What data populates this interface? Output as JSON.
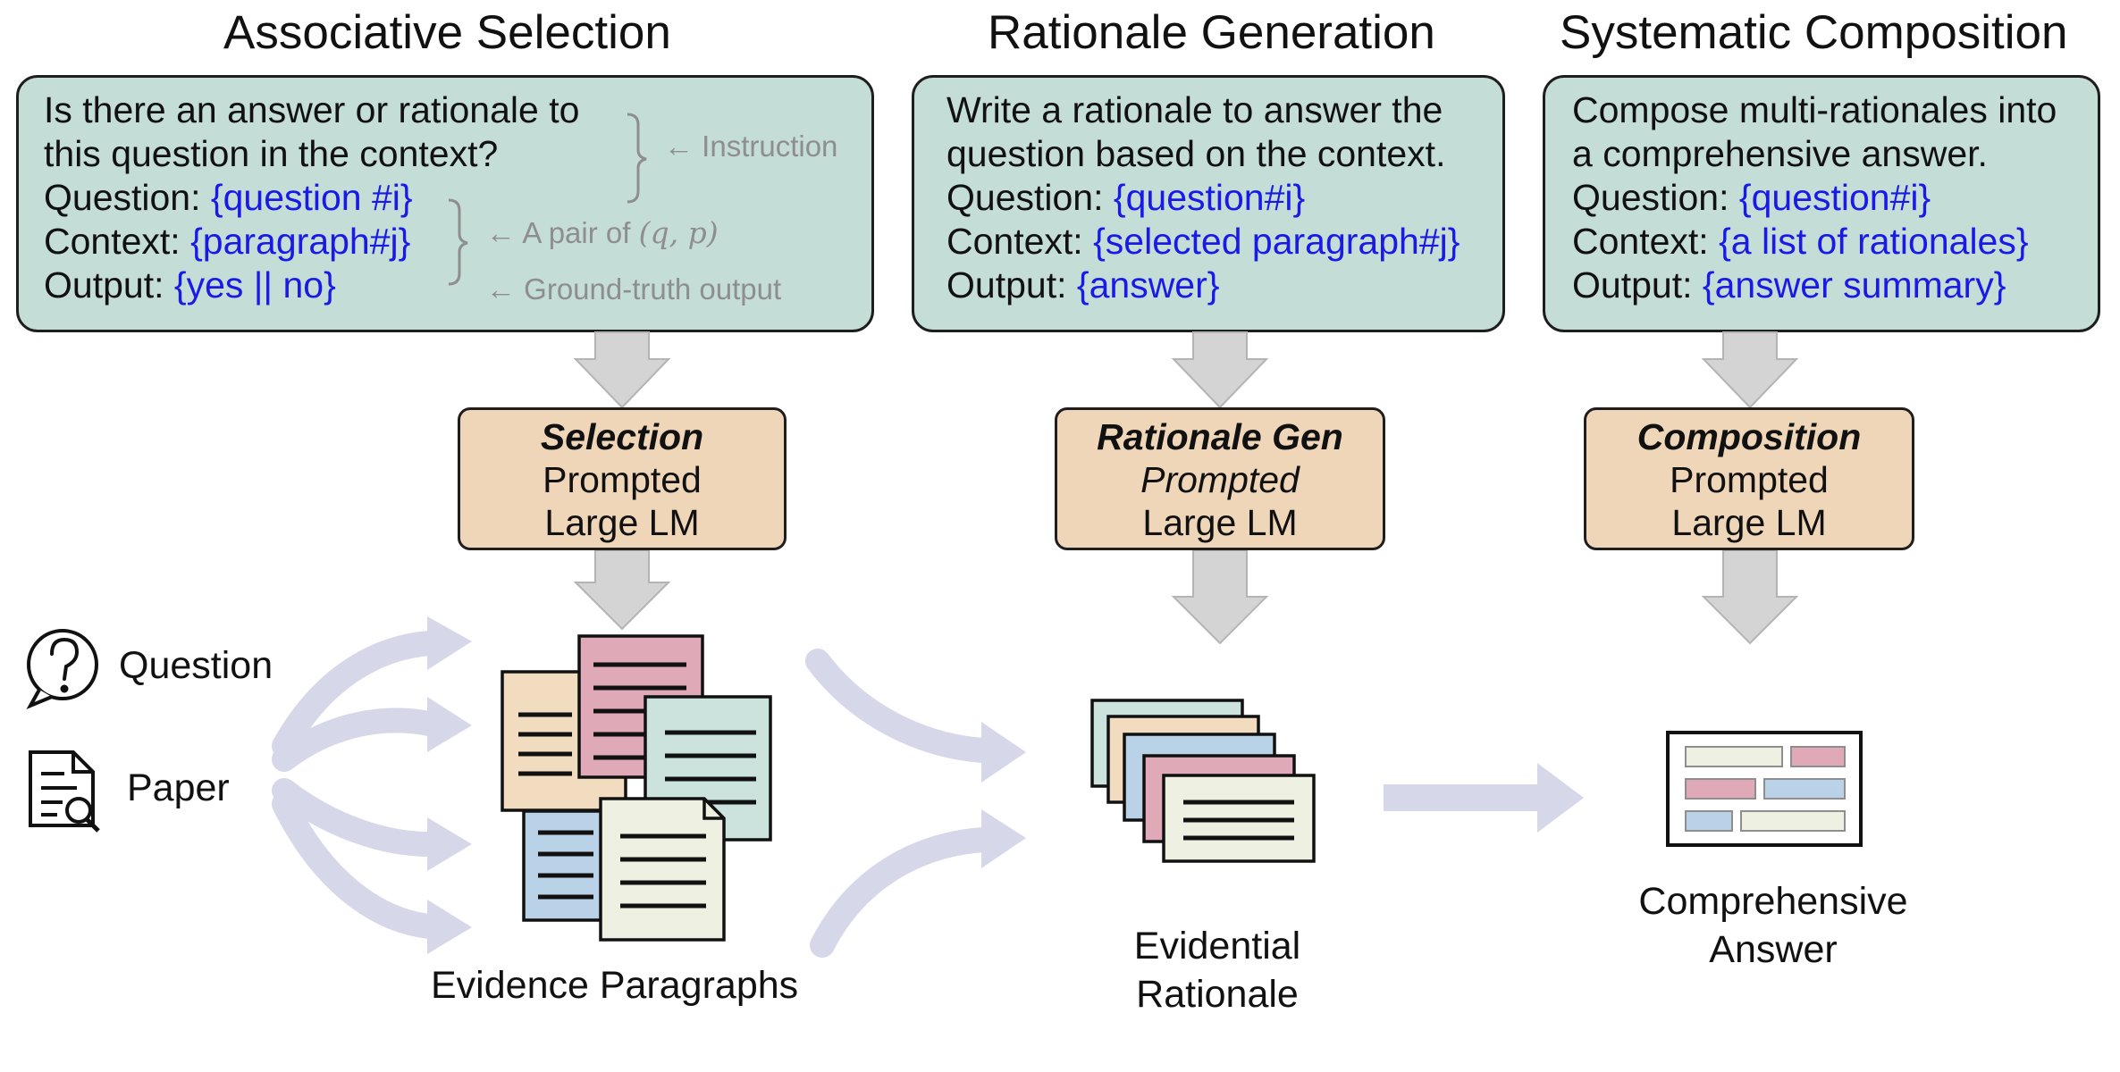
{
  "stages": [
    {
      "title": "Associative Selection"
    },
    {
      "title": "Rationale Generation"
    },
    {
      "title": "Systematic Composition"
    }
  ],
  "prompt_selection": {
    "line1": "Is there an answer or rationale to",
    "line2": "this question in the context?",
    "question_label": "Question:",
    "question_value": "{question #i}",
    "context_label": "Context:",
    "context_value": "{paragraph#j}",
    "output_label": "Output:",
    "output_value": "{yes || no}",
    "anno_instruction": "← Instruction",
    "anno_pair_prefix": "← A pair of",
    "anno_pair_math": "(q, p)",
    "anno_output": "← Ground-truth output"
  },
  "prompt_rationale": {
    "line1": "Write a rationale to answer the",
    "line2": "question based on the context.",
    "question_label": "Question:",
    "question_value": "{question#i}",
    "context_label": "Context:",
    "context_value": "{selected paragraph#j}",
    "output_label": "Output:",
    "output_value": "{answer}"
  },
  "prompt_composition": {
    "line1": "Compose multi-rationales into",
    "line2": "a comprehensive answer.",
    "question_label": "Question:",
    "question_value": "{question#i}",
    "context_label": "Context:",
    "context_value": "{a list of rationales}",
    "output_label": "Output:",
    "output_value": "{answer summary}"
  },
  "models": [
    {
      "name": "Selection",
      "line2": "Prompted",
      "line3": "Large LM"
    },
    {
      "name": "Rationale Gen",
      "line2": "Prompted",
      "line3": "Large LM"
    },
    {
      "name": "Composition",
      "line2": "Prompted",
      "line3": "Large LM"
    }
  ],
  "inputs": {
    "question": "Question",
    "paper": "Paper"
  },
  "outputs": {
    "evidence": "Evidence Paragraphs",
    "rationale_l1": "Evidential",
    "rationale_l2": "Rationale",
    "answer_l1": "Comprehensive",
    "answer_l2": "Answer"
  },
  "icons": [
    "question-bubble-icon",
    "paper-search-icon"
  ],
  "colors": {
    "prompt_bg": "#c5ddd7",
    "model_bg": "#f0d6b8",
    "blue_text": "#1a1ae6",
    "annotation": "#8e8e8e",
    "flow_arrow": "#d6d8ea",
    "gray_arrow": "#d4d4d4",
    "doc_tan": "#f2dcc0",
    "doc_pink": "#dfa9b7",
    "doc_teal": "#cbe2dd",
    "doc_blue": "#b9d2e8",
    "doc_cream": "#eef1e1"
  }
}
